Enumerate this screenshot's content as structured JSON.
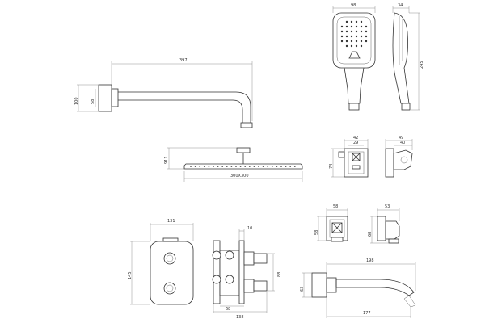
{
  "dimensions": {
    "shower_arm_length": "397",
    "shower_arm_flange_height": "100",
    "shower_arm_flange_inner": "58",
    "hand_shower_width": "98",
    "hand_shower_depth": "34",
    "hand_shower_length": "245",
    "shower_head_height": "911",
    "shower_head_size": "300X300",
    "holder_width": "42",
    "holder_inner": "29",
    "holder_height": "74",
    "holder_side_width": "49",
    "holder_side_inner": "40",
    "elbow_width": "58",
    "elbow_height": "58",
    "elbow_side_width": "53",
    "elbow_side_height": "68",
    "plate_width": "131",
    "plate_height": "145",
    "valve_depth_top": "10",
    "valve_height": "88",
    "valve_inner": "68",
    "valve_total": "138",
    "spout_length": "198",
    "spout_height": "63",
    "spout_projection": "177"
  },
  "colors": {
    "line": "#333333",
    "background": "#ffffff"
  }
}
